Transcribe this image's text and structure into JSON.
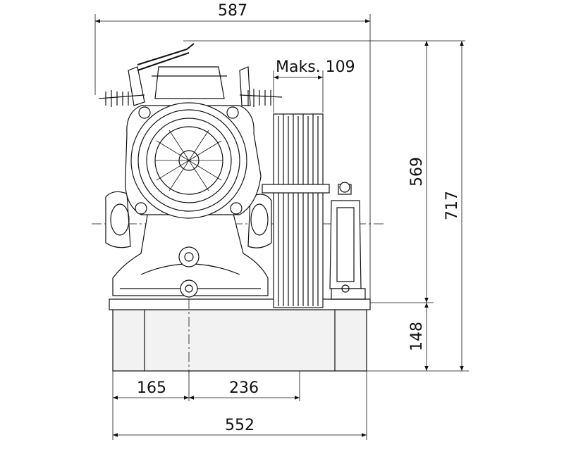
{
  "dimensions": {
    "top_width": "587",
    "max_sheave_width": "Maks. 109",
    "height_machine": "569",
    "height_total": "717",
    "height_base": "148",
    "base_left": "165",
    "base_middle": "236",
    "base_width": "552"
  }
}
